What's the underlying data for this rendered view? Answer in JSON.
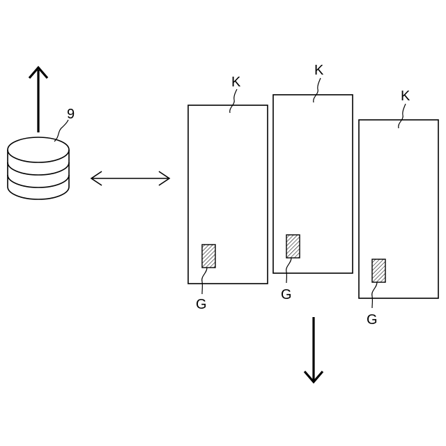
{
  "database": {
    "label": "9",
    "icon": "database-icon"
  },
  "cards": [
    {
      "label": "K",
      "tag_label": "G"
    },
    {
      "label": "K",
      "tag_label": "G"
    },
    {
      "label": "K",
      "tag_label": "G"
    }
  ],
  "arrows": {
    "up": "arrow-up-icon",
    "bidirectional": "double-arrow-icon",
    "down": "arrow-down-icon"
  },
  "colors": {
    "ink": "#000000",
    "paper": "#ffffff"
  }
}
